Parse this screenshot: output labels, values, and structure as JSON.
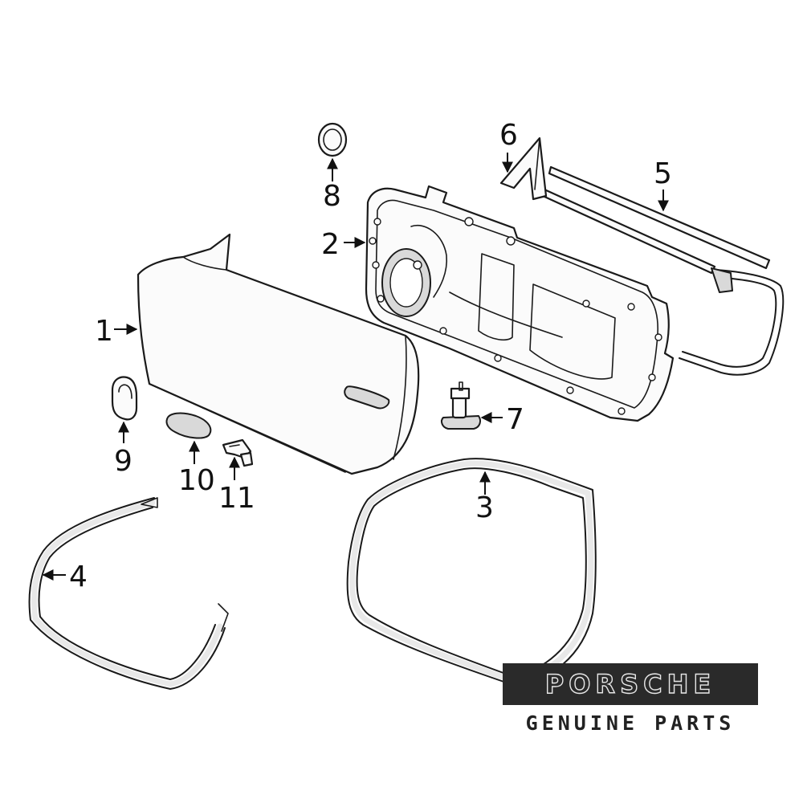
{
  "callouts": [
    {
      "id": "1",
      "text": "1"
    },
    {
      "id": "2",
      "text": "2"
    },
    {
      "id": "3",
      "text": "3"
    },
    {
      "id": "4",
      "text": "4"
    },
    {
      "id": "5",
      "text": "5"
    },
    {
      "id": "6",
      "text": "6"
    },
    {
      "id": "7",
      "text": "7"
    },
    {
      "id": "8",
      "text": "8"
    },
    {
      "id": "9",
      "text": "9"
    },
    {
      "id": "10",
      "text": "10"
    },
    {
      "id": "11",
      "text": "11"
    }
  ],
  "logo": {
    "brand": "PORSCHE",
    "tagline": "GENUINE PARTS"
  },
  "colors": {
    "line": "#1a1a1a",
    "background": "#ffffff",
    "logo_bar": "#2a2a2a"
  }
}
